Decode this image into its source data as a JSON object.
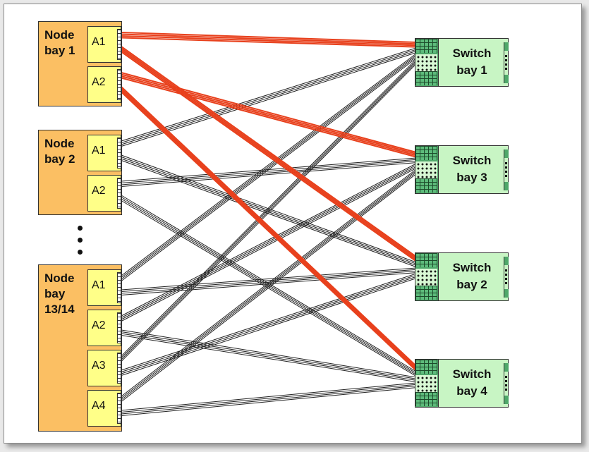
{
  "nodes": [
    {
      "label": "Node\nbay 1",
      "adapters": [
        "A1",
        "A2"
      ]
    },
    {
      "label": "Node\nbay 2",
      "adapters": [
        "A1",
        "A2"
      ]
    },
    {
      "label": "Node\nbay\n13/14",
      "adapters": [
        "A1",
        "A2",
        "A3",
        "A4"
      ]
    }
  ],
  "switches": [
    {
      "label": "Switch\nbay 1"
    },
    {
      "label": "Switch\nbay 3"
    },
    {
      "label": "Switch\nbay 2"
    },
    {
      "label": "Switch\nbay 4"
    }
  ],
  "colors": {
    "highlight_cable": "#e8401c",
    "cable": "#222222",
    "node_fill": "#fbbf63",
    "adapter_fill": "#ffff88",
    "switch_fill": "#c8f5c4"
  },
  "connections": [
    {
      "node": 0,
      "adapter": 0,
      "switch": 0,
      "highlight": true
    },
    {
      "node": 0,
      "adapter": 0,
      "switch": 2,
      "highlight": true
    },
    {
      "node": 0,
      "adapter": 1,
      "switch": 1,
      "highlight": true
    },
    {
      "node": 0,
      "adapter": 1,
      "switch": 3,
      "highlight": true
    },
    {
      "node": 1,
      "adapter": 0,
      "switch": 0,
      "highlight": false
    },
    {
      "node": 1,
      "adapter": 0,
      "switch": 2,
      "highlight": false
    },
    {
      "node": 1,
      "adapter": 1,
      "switch": 1,
      "highlight": false
    },
    {
      "node": 1,
      "adapter": 1,
      "switch": 3,
      "highlight": false
    },
    {
      "node": 2,
      "adapter": 0,
      "switch": 0,
      "highlight": false
    },
    {
      "node": 2,
      "adapter": 0,
      "switch": 2,
      "highlight": false
    },
    {
      "node": 2,
      "adapter": 1,
      "switch": 1,
      "highlight": false
    },
    {
      "node": 2,
      "adapter": 1,
      "switch": 3,
      "highlight": false
    },
    {
      "node": 2,
      "adapter": 2,
      "switch": 0,
      "highlight": false
    },
    {
      "node": 2,
      "adapter": 2,
      "switch": 2,
      "highlight": false
    },
    {
      "node": 2,
      "adapter": 3,
      "switch": 1,
      "highlight": false
    },
    {
      "node": 2,
      "adapter": 3,
      "switch": 3,
      "highlight": false
    }
  ]
}
